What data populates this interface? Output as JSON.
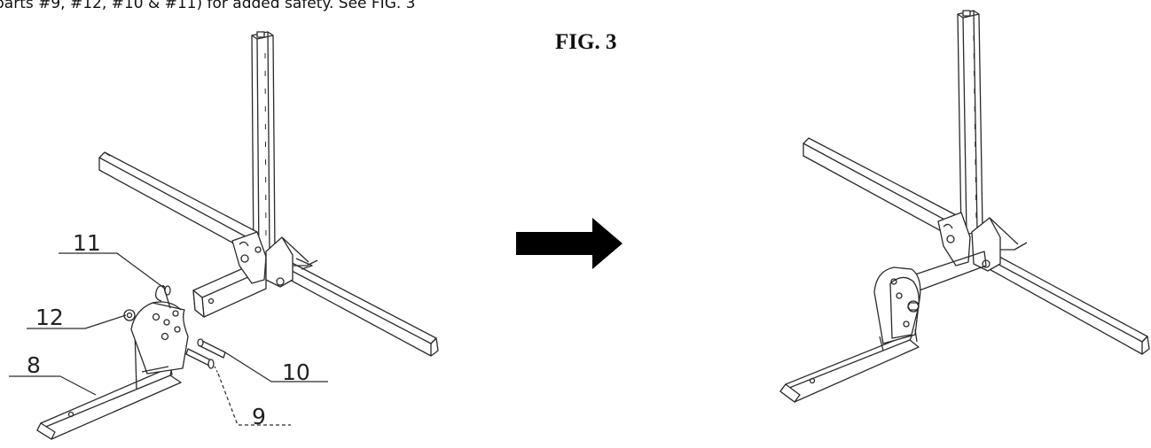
{
  "instruction": {
    "text": "parts #9, #12, #10 & #11) for added safety. See FIG. 3"
  },
  "figure": {
    "label": "FIG. 3"
  },
  "callouts": [
    {
      "part": "11"
    },
    {
      "part": "12"
    },
    {
      "part": "8"
    },
    {
      "part": "10"
    },
    {
      "part": "9"
    }
  ],
  "colors": {
    "line": "#2a2a2a",
    "arrow": "#000000"
  }
}
